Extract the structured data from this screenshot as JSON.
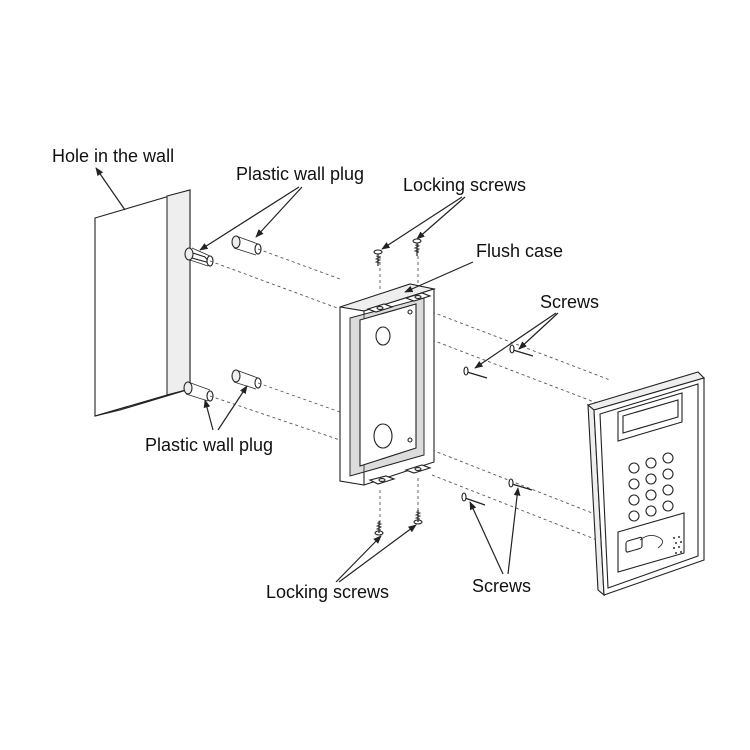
{
  "labels": {
    "hole_in_wall": "Hole in the wall",
    "plastic_wall_plug_top": "Plastic wall plug",
    "locking_screws_top": "Locking screws",
    "flush_case": "Flush case",
    "screws_right": "Screws",
    "plastic_wall_plug_bottom": "Plastic wall plug",
    "locking_screws_bottom": "Locking screws",
    "screws_bottom": "Screws"
  }
}
